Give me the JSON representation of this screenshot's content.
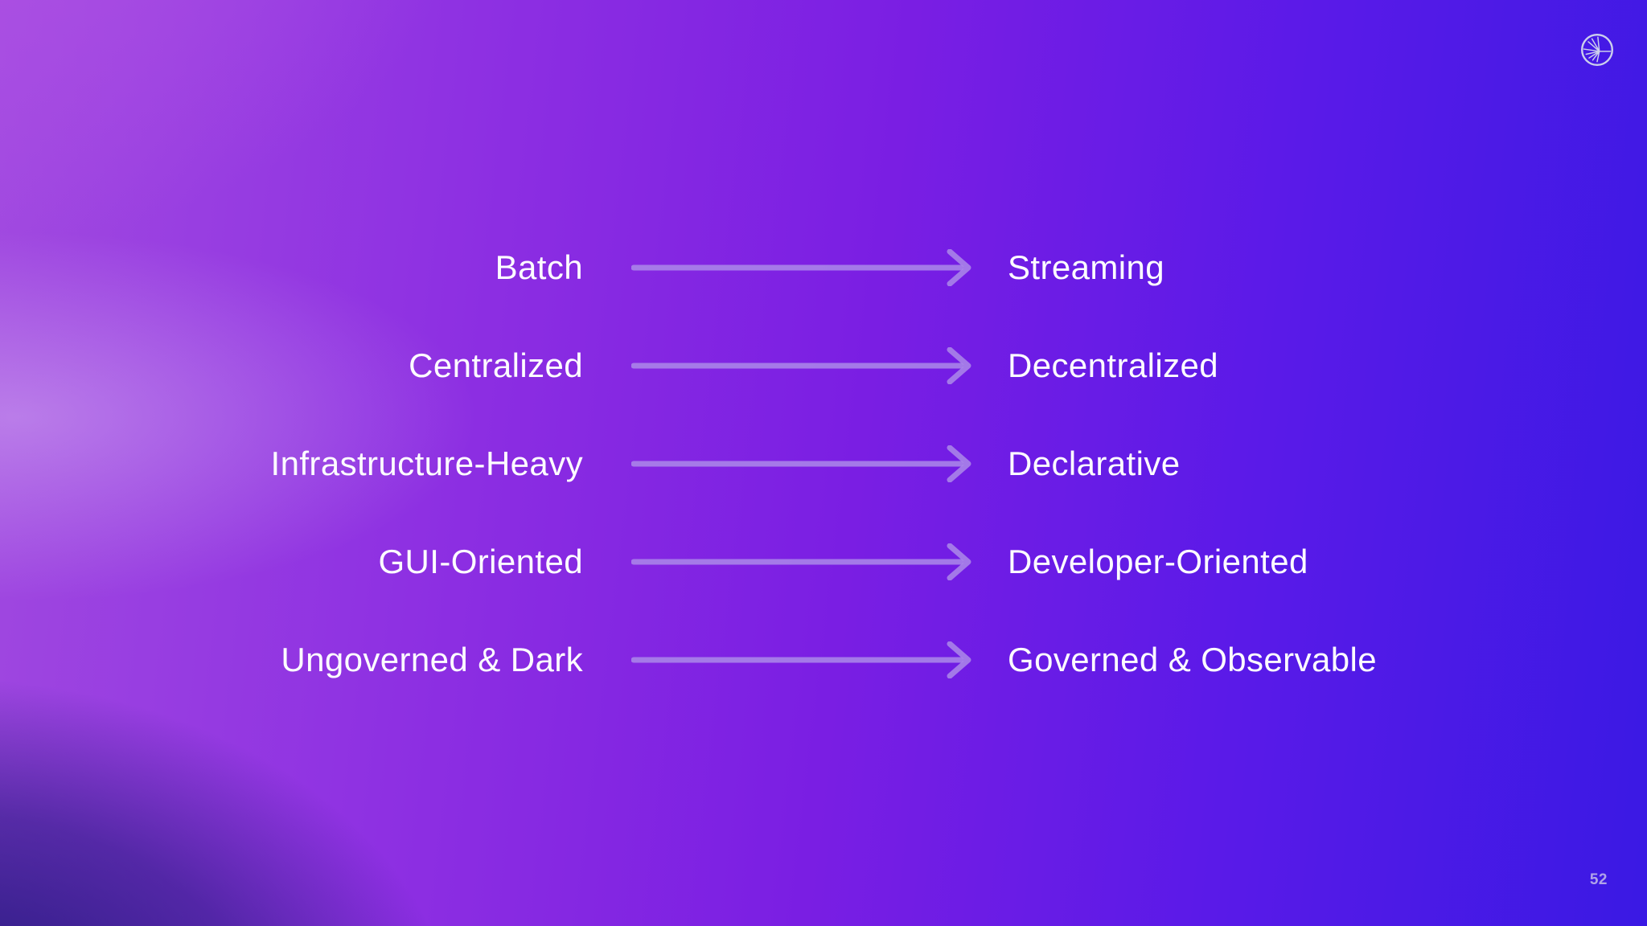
{
  "slide": {
    "page_number": "52",
    "logo_icon": "confluent-spark-logo",
    "colors": {
      "background_top_left": "#a549e0",
      "background_top_right": "#3a19e4",
      "background_bottom_left": "#241b86",
      "background_bottom_right": "#5520dd",
      "background_center": "#7a1ee3",
      "label_text": "#fdfcff",
      "arrow": "#ab8ae9",
      "page_number_text": "#b0a3e8",
      "logo": "#ccd0ec"
    }
  },
  "rows": [
    {
      "from": "Batch",
      "to": "Streaming"
    },
    {
      "from": "Centralized",
      "to": "Decentralized"
    },
    {
      "from": "Infrastructure-Heavy",
      "to": "Declarative"
    },
    {
      "from": "GUI-Oriented",
      "to": "Developer-Oriented"
    },
    {
      "from": "Ungoverned & Dark",
      "to": "Governed & Observable"
    }
  ]
}
